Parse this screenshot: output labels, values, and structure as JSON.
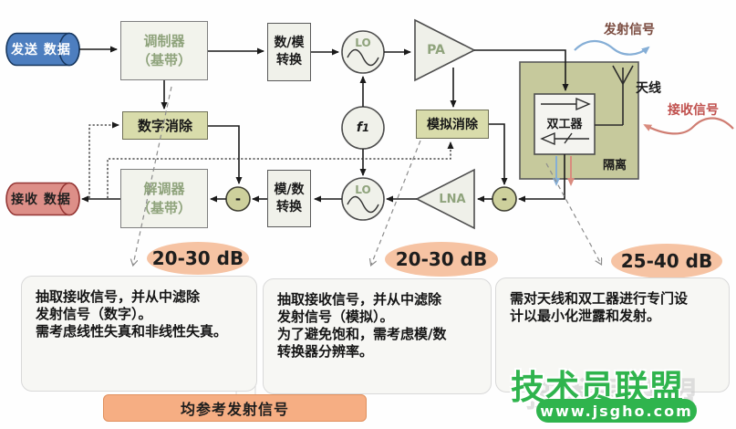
{
  "diagram": {
    "tx_data": "发送 数据",
    "rx_data": "接收 数据",
    "modulator_l1": "调制器",
    "modulator_l2": "（基带）",
    "demodulator_l1": "解调器",
    "demodulator_l2": "（基带）",
    "dac_l1": "数/模",
    "dac_l2": "转换",
    "adc_l1": "模/数",
    "adc_l2": "转换",
    "digital_cancel": "数字消除",
    "analog_cancel": "模拟消除",
    "lo": "LO",
    "f1_base": "f",
    "f1_sub": "1",
    "pa": "PA",
    "lna": "LNA",
    "minus": "-",
    "duplexer": "双工器",
    "isolation": "隔离",
    "antenna": "天线",
    "tx_signal": "发射信号",
    "rx_signal": "接收信号"
  },
  "gains": {
    "digital": "20-30 dB",
    "analog": "20-30 dB",
    "isolation": "25-40 dB"
  },
  "callouts": {
    "digital": [
      "抽取接收信号，并从中滤除",
      "发射信号（数字）。",
      "需考虑线性失真和非线性失真。"
    ],
    "analog": [
      "抽取接收信号，并从中滤除",
      "发射信号（模拟）。",
      "为了避免饱和，需考虑模/数",
      "转换器分辨率。"
    ],
    "isolation": [
      "需对天线和双工器进行专门设",
      "计以最小化泄露和发射。"
    ]
  },
  "footer": {
    "note": "均参考发射信号"
  },
  "watermark": {
    "name": "技术员联盟",
    "url": "www.jsgho.com"
  },
  "colors": {
    "tx_cylinder": "#4d7ebf",
    "rx_cylinder": "#dd8f88",
    "cancel_box": "#d9dcab",
    "isolation_box": "#c6c99c",
    "gain_ellipse": "#f6c3a3",
    "footer_bar": "#f6ae83",
    "watermark_green": "#2fb44d",
    "rx_signal_red": "#c0504d",
    "tx_signal_blue": "#85aed6"
  }
}
